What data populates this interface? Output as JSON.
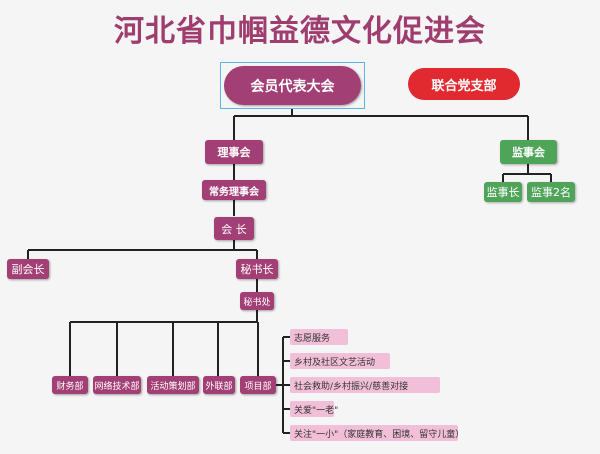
{
  "title": "河北省巾帼益德文化促进会",
  "nodes": {
    "congress": "会员代表大会",
    "party": "联合党支部",
    "council": "理事会",
    "supervisors": "监事会",
    "standing": "常务理事会",
    "president": "会  长",
    "vice_president": "副会长",
    "secretary_general": "秘书长",
    "secretariat": "秘书处",
    "supervisor_chief": "监事长",
    "supervisor_2": "监事2名"
  },
  "departments": [
    "财务部",
    "网络技术部",
    "活动策划部",
    "外联部",
    "项目部"
  ],
  "projects": [
    "志愿服务",
    "乡村及社区文艺活动",
    "社会救助/乡村振兴/慈善对接",
    "关爱\"一老\"",
    "关注\"一小\"（家庭教育、困境、留守儿童）"
  ]
}
